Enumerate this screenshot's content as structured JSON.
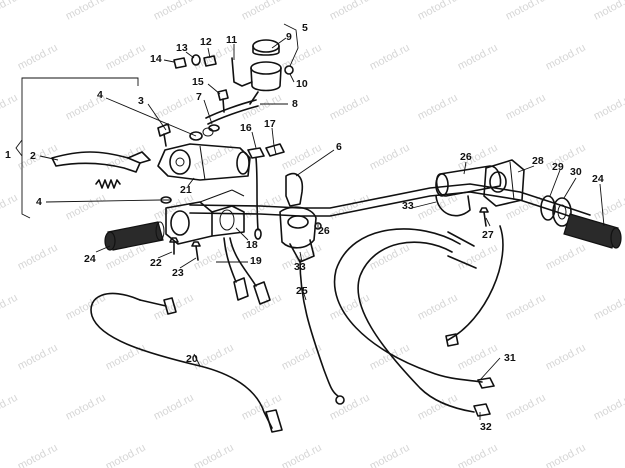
{
  "watermark": {
    "text": "motod.ru"
  },
  "callouts": [
    {
      "id": "c1",
      "text": "1"
    },
    {
      "id": "c2",
      "text": "2"
    },
    {
      "id": "c3",
      "text": "3"
    },
    {
      "id": "c4a",
      "text": "4"
    },
    {
      "id": "c4b",
      "text": "4"
    },
    {
      "id": "c5",
      "text": "5"
    },
    {
      "id": "c6",
      "text": "6"
    },
    {
      "id": "c7",
      "text": "7"
    },
    {
      "id": "c8",
      "text": "8"
    },
    {
      "id": "c9",
      "text": "9"
    },
    {
      "id": "c10",
      "text": "10"
    },
    {
      "id": "c11",
      "text": "11"
    },
    {
      "id": "c12",
      "text": "12"
    },
    {
      "id": "c13",
      "text": "13"
    },
    {
      "id": "c14",
      "text": "14"
    },
    {
      "id": "c15",
      "text": "15"
    },
    {
      "id": "c16",
      "text": "16"
    },
    {
      "id": "c17",
      "text": "17"
    },
    {
      "id": "c18",
      "text": "18"
    },
    {
      "id": "c19",
      "text": "19"
    },
    {
      "id": "c20",
      "text": "20"
    },
    {
      "id": "c21",
      "text": "21"
    },
    {
      "id": "c22",
      "text": "22"
    },
    {
      "id": "c23",
      "text": "23"
    },
    {
      "id": "c24a",
      "text": "24"
    },
    {
      "id": "c24b",
      "text": "24"
    },
    {
      "id": "c25",
      "text": "25"
    },
    {
      "id": "c26a",
      "text": "26"
    },
    {
      "id": "c26b",
      "text": "26"
    },
    {
      "id": "c27",
      "text": "27"
    },
    {
      "id": "c28",
      "text": "28"
    },
    {
      "id": "c29",
      "text": "29"
    },
    {
      "id": "c30",
      "text": "30"
    },
    {
      "id": "c31",
      "text": "31"
    },
    {
      "id": "c32",
      "text": "32"
    },
    {
      "id": "c33a",
      "text": "33"
    },
    {
      "id": "c33b",
      "text": "33"
    }
  ]
}
